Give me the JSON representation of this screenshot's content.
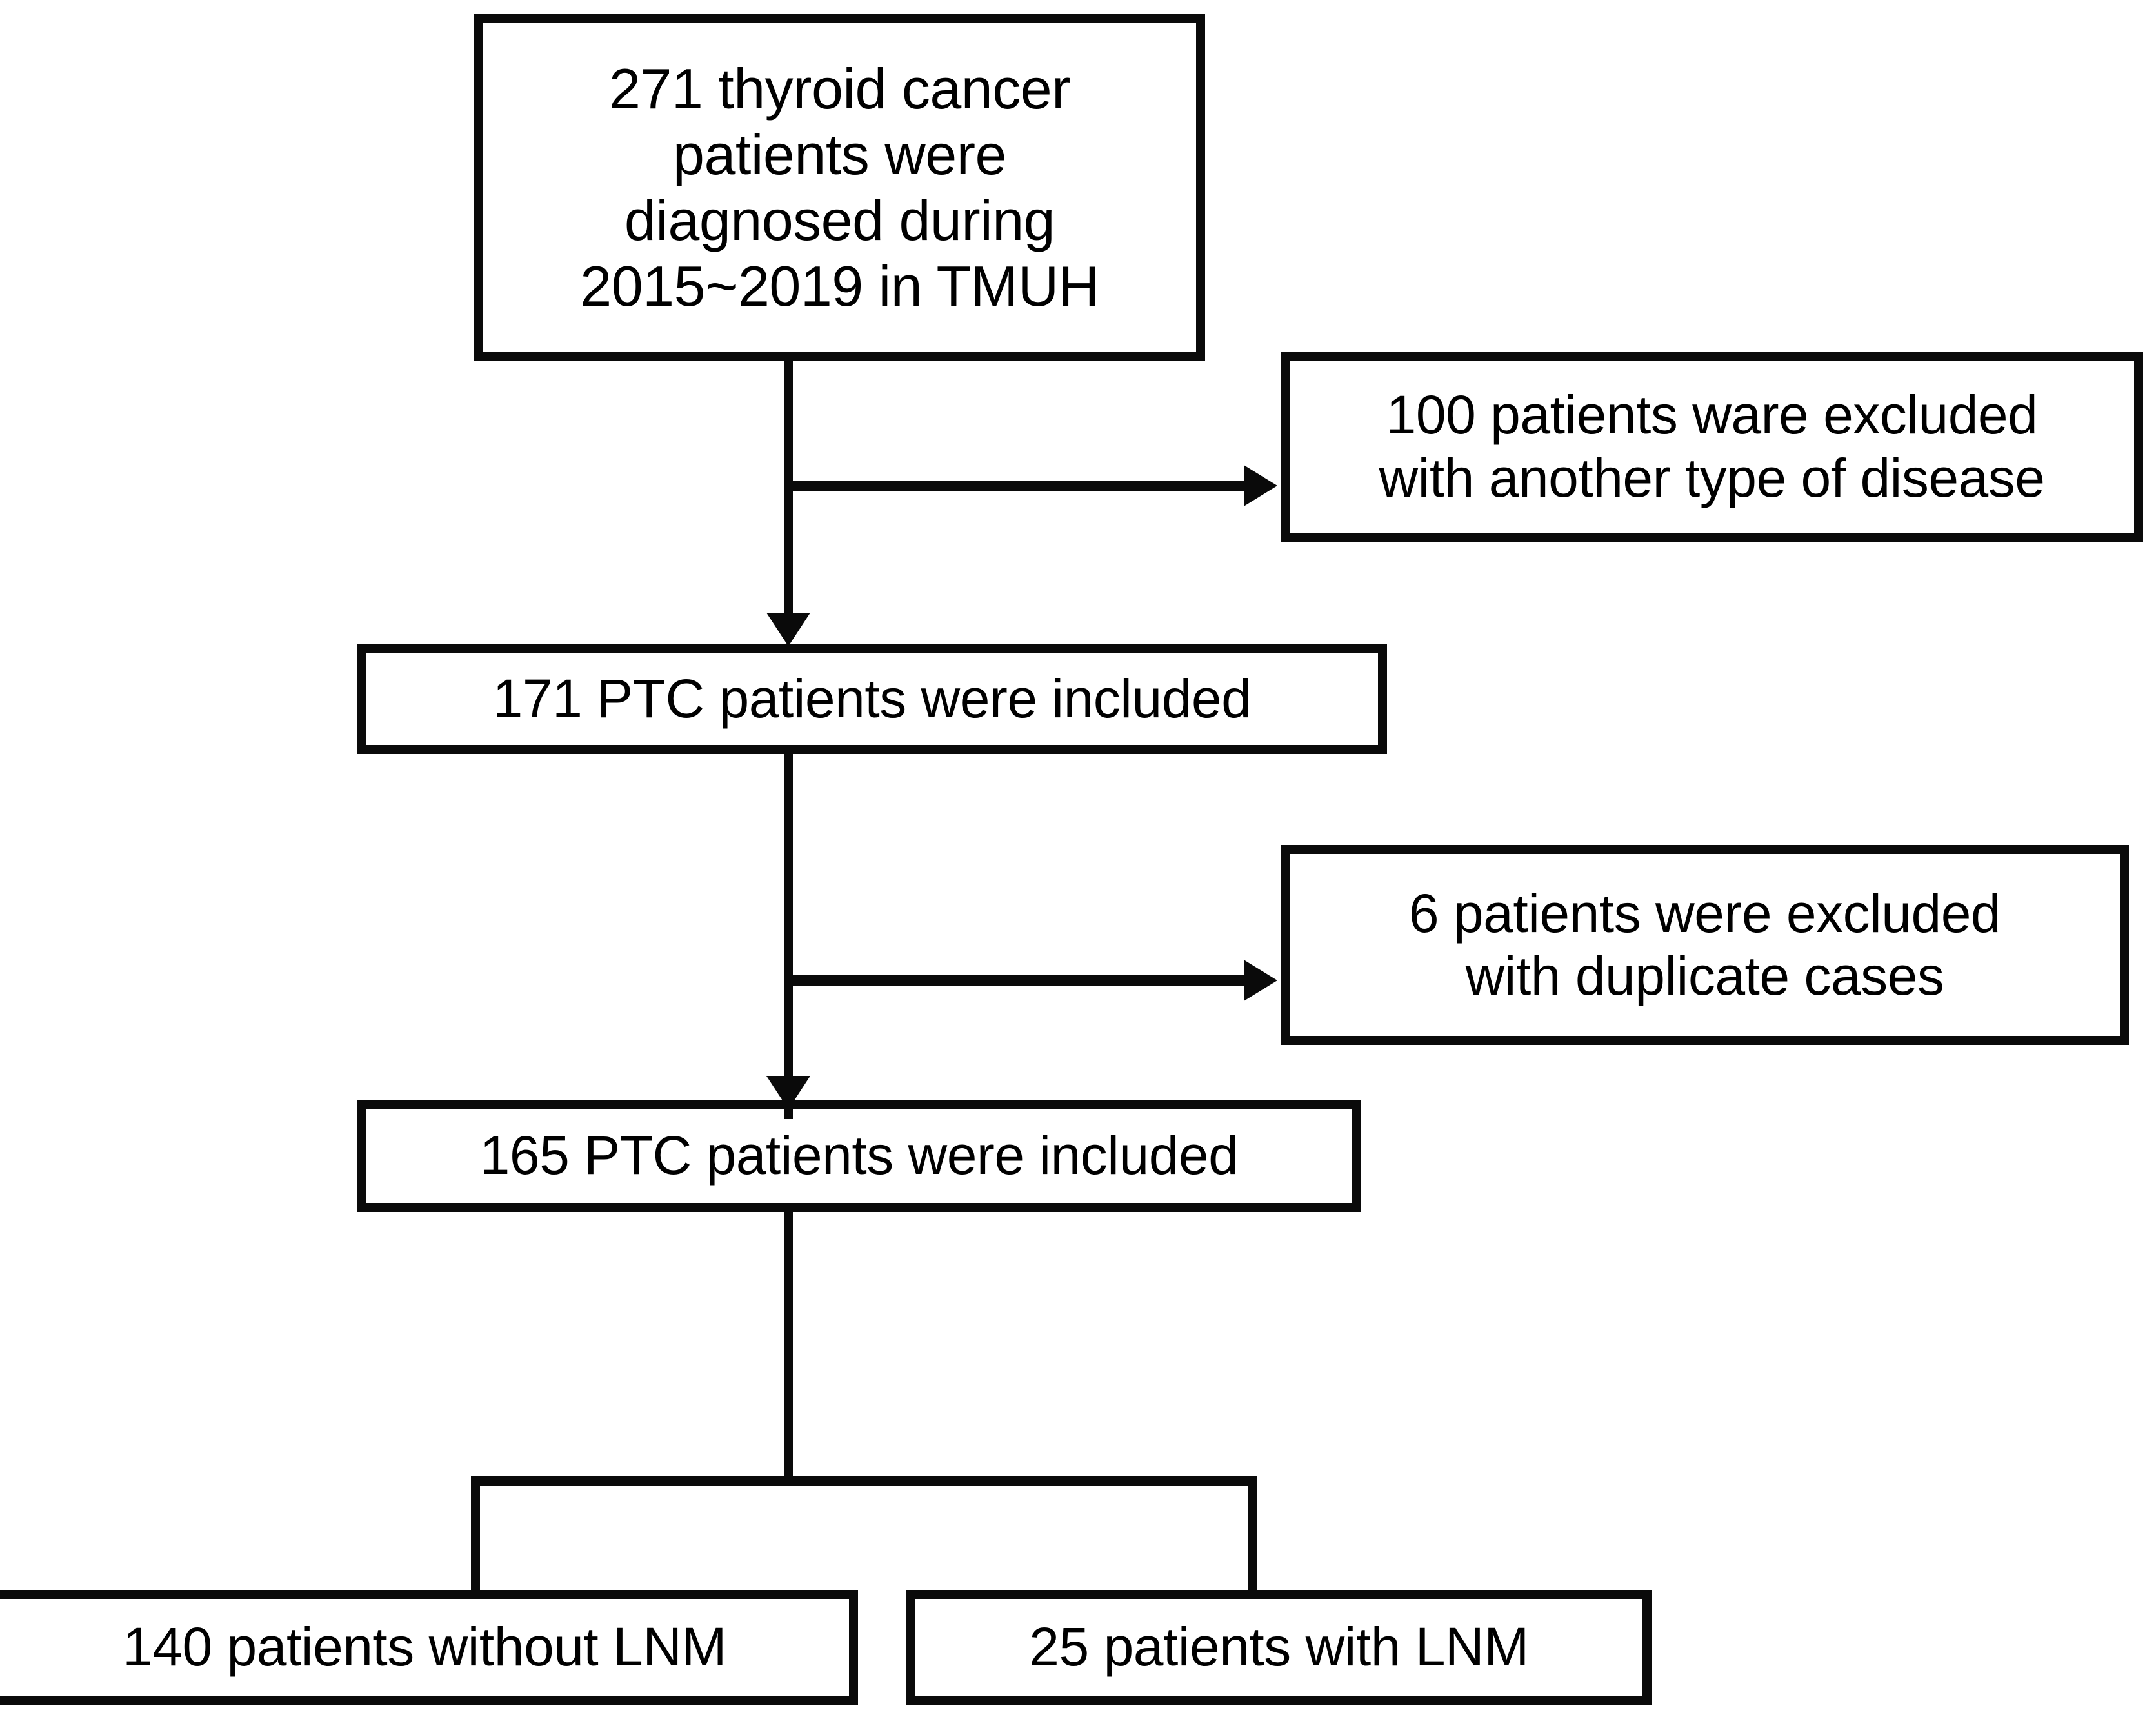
{
  "chart_data": {
    "type": "diagram",
    "subtype": "flowchart",
    "title": "PTC patient selection flow",
    "orientation": "top-to-bottom",
    "nodes": [
      {
        "id": "cohort",
        "text": "271 thyroid cancer\npatients were\ndiagnosed during\n2015~2019 in TMUH",
        "count": 271,
        "role": "source-cohort"
      },
      {
        "id": "excl_disease",
        "text": "100 patients ware excluded\nwith another type of disease",
        "count": 100,
        "role": "exclusion"
      },
      {
        "id": "ptc171",
        "text": "171 PTC patients were included",
        "count": 171,
        "role": "included"
      },
      {
        "id": "excl_duplicate",
        "text": "6 patients were excluded\nwith duplicate cases",
        "count": 6,
        "role": "exclusion"
      },
      {
        "id": "ptc165",
        "text": "165 PTC patients were included",
        "count": 165,
        "role": "included"
      },
      {
        "id": "no_lnm",
        "text": "140 patients without LNM",
        "count": 140,
        "role": "outcome-group"
      },
      {
        "id": "with_lnm",
        "text": "25 patients with LNM",
        "count": 25,
        "role": "outcome-group"
      }
    ],
    "edges": [
      {
        "from": "cohort",
        "to": "ptc171",
        "kind": "arrow-down"
      },
      {
        "from": "cohort",
        "to": "excl_disease",
        "kind": "arrow-right"
      },
      {
        "from": "ptc171",
        "to": "ptc165",
        "kind": "arrow-down"
      },
      {
        "from": "ptc171",
        "to": "excl_duplicate",
        "kind": "arrow-right"
      },
      {
        "from": "ptc165",
        "to": "no_lnm",
        "kind": "line-split"
      },
      {
        "from": "ptc165",
        "to": "with_lnm",
        "kind": "line-split"
      }
    ],
    "colors": {
      "stroke": "#0a0a0a",
      "fill": "#ffffff",
      "text": "#000000"
    }
  },
  "flowchart": {
    "cohort": {
      "text": "271 thyroid cancer\npatients were\ndiagnosed during\n2015~2019 in TMUH"
    },
    "excl_disease": {
      "text": "100 patients ware excluded\nwith another type of disease"
    },
    "ptc171": {
      "text": "171 PTC patients were included"
    },
    "excl_duplicate": {
      "text": "6 patients were excluded\nwith duplicate cases"
    },
    "ptc165": {
      "text": "165 PTC patients were included"
    },
    "no_lnm": {
      "text": "140 patients without LNM"
    },
    "with_lnm": {
      "text": "25 patients with LNM"
    }
  }
}
